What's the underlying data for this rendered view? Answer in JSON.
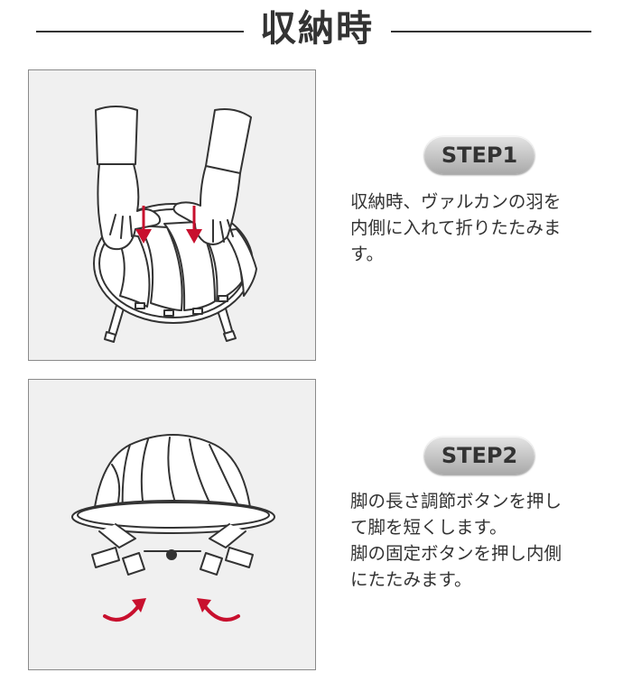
{
  "header": {
    "title": "収納時"
  },
  "step1": {
    "badge": "STEP1",
    "lines": [
      "収納時、ヴァルカンの羽を",
      "内側に入れて折りたたみま",
      "す。"
    ]
  },
  "step2": {
    "badge": "STEP2",
    "lines": [
      "脚の長さ調節ボタンを押し",
      "て脚を短くします。",
      "脚の固定ボタンを押し内側",
      "にたたみます。"
    ]
  },
  "colors": {
    "accent": "#c8102e",
    "line": "#333333",
    "panel": "#f0f0f0"
  }
}
